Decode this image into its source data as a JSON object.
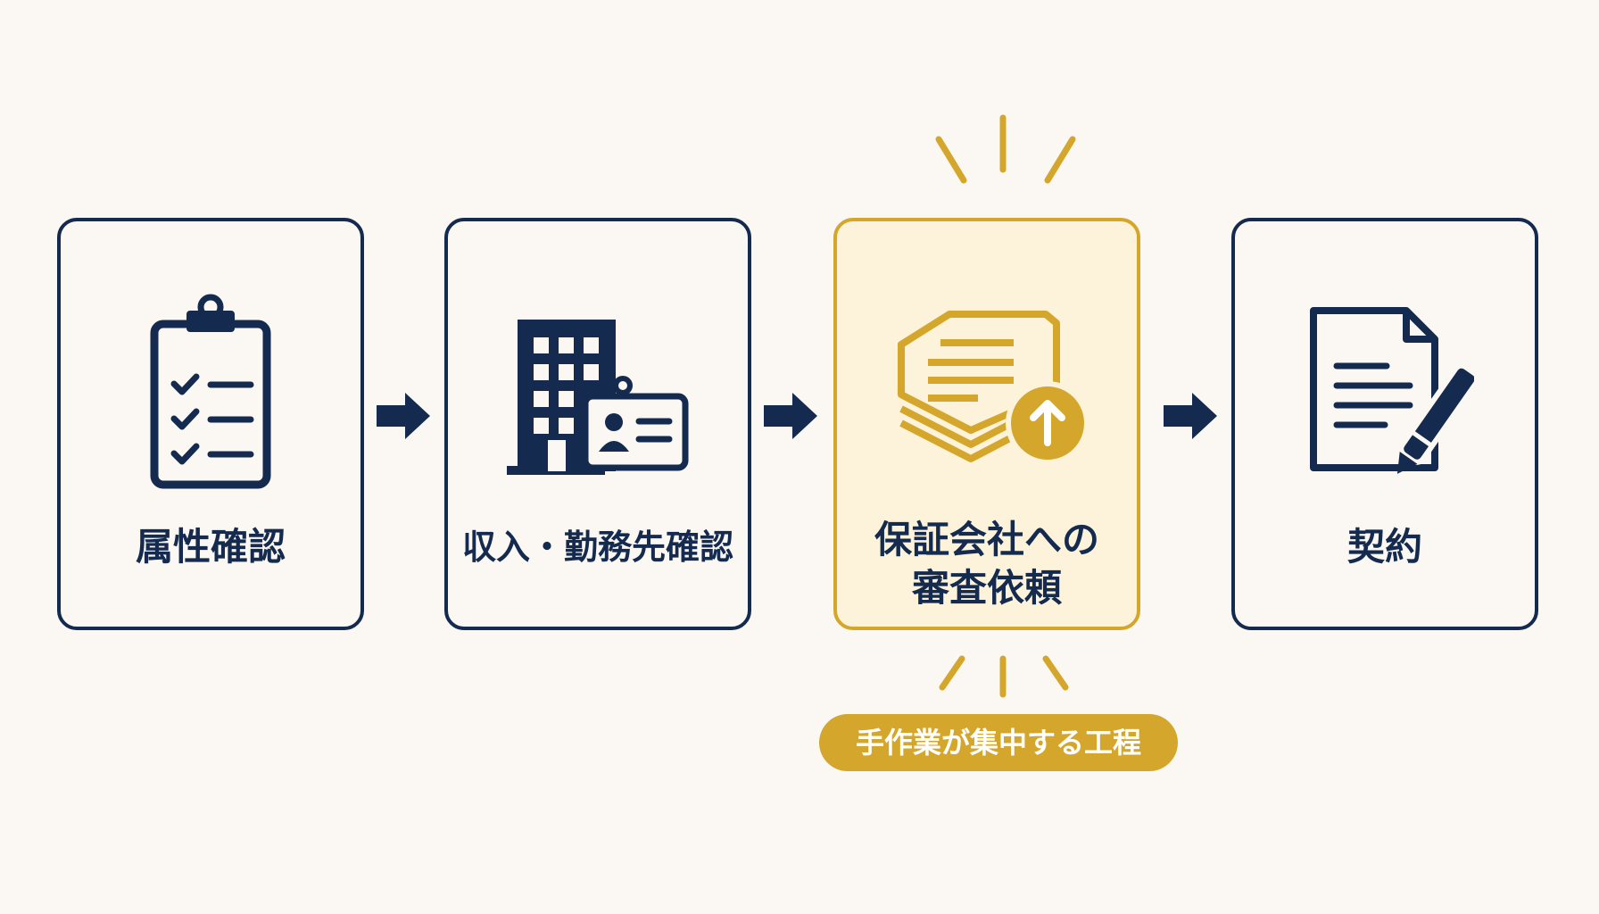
{
  "colors": {
    "background": "#fbf8f3",
    "navy": "#142a4e",
    "gold": "#d4a72c",
    "highlight_fill": "#fdf3da"
  },
  "steps": [
    {
      "label": "属性確認",
      "icon": "clipboard-checklist-icon"
    },
    {
      "label": "収入・勤務先確認",
      "icon": "office-building-id-card-icon"
    },
    {
      "label": "保証会社への\n審査依頼",
      "icon": "document-stack-upload-icon",
      "highlighted": true
    },
    {
      "label": "契約",
      "icon": "contract-pen-icon"
    }
  ],
  "callout": {
    "label": "手作業が集中する工程"
  }
}
